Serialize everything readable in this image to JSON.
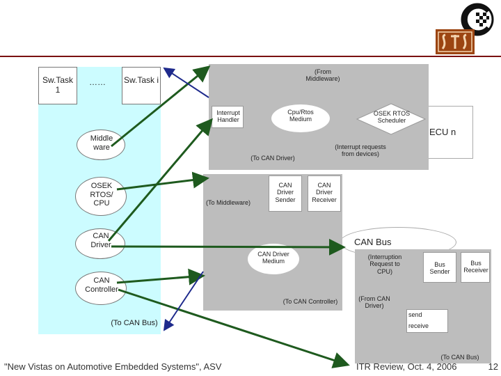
{
  "footer": {
    "left": "\"New Vistas on Automotive Embedded Systems\", ASV",
    "right": "ITR Review, Oct. 4, 2006",
    "page": "12"
  },
  "logos": {
    "top": "circular-chess-logo",
    "bottom": "sts-logo"
  },
  "ecu_stack": {
    "sw_task_1": "Sw.Task 1",
    "dots": "……",
    "sw_task_i": "Sw.Task i",
    "middleware": "Middle ware",
    "osek": "OSEK RTOS/ CPU",
    "can_driver": "CAN Driver",
    "can_controller": "CAN Controller",
    "to_can_bus": "(To CAN Bus)"
  },
  "rtos_panel": {
    "from_middleware": "(From Middleware)",
    "interrupt_handler": "Interrupt Handler",
    "cpu_rtos_medium": "Cpu/Rtos Medium",
    "scheduler": "OSEK RTOS Scheduler",
    "interrupt_requests": "(Interrupt requests from devices)",
    "to_can_driver": "(To CAN Driver)"
  },
  "ecu_n": "ECU n",
  "driver_panel": {
    "sender": "CAN Driver Sender",
    "receiver": "CAN Driver Receiver",
    "to_middleware": "(To Middleware)",
    "medium": "CAN Driver Medium",
    "to_can_controller": "(To CAN Controller)"
  },
  "can_bus": "CAN Bus",
  "controller_panel": {
    "interruption": "(Interruption Request to CPU)",
    "bus_sender": "Bus Sender",
    "bus_receiver": "Bus Receiver",
    "from_can_driver": "(From CAN Driver)",
    "send": "send",
    "receive": "receive",
    "to_can_bus": "(To CAN Bus)"
  },
  "colors": {
    "stack_bg": "#ccfcff",
    "panel_gray": "#bdbdbd",
    "green_arrow": "#1e5a1e",
    "blue_arrow": "#1e2a8c",
    "divider": "#7a1010"
  }
}
